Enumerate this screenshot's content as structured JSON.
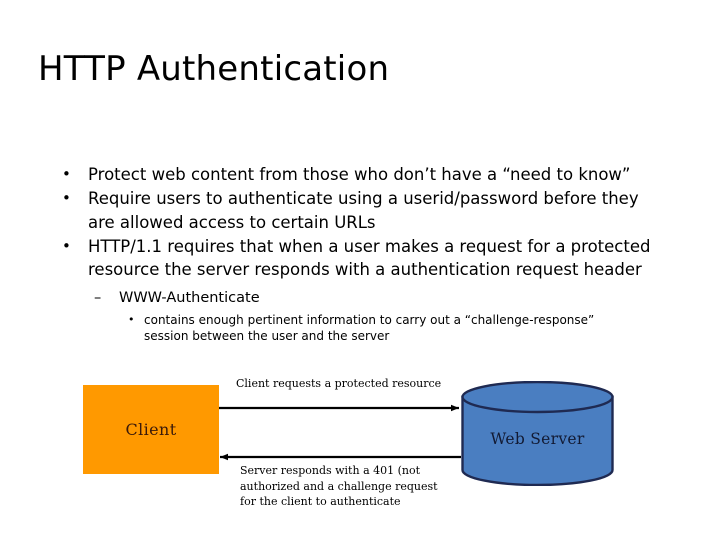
{
  "slide": {
    "title": "HTTP Authentication",
    "bullets": [
      {
        "level": 1,
        "marker": "•",
        "text": "Protect web content from those who don’t have a “need to know”"
      },
      {
        "level": 1,
        "marker": "•",
        "text": "Require users to authenticate using a userid/password before they are allowed access to certain URLs"
      },
      {
        "level": 1,
        "marker": "•",
        "text": "HTTP/1.1 requires that when a user makes a request for a protected resource the server responds with a authentication request header"
      },
      {
        "level": 2,
        "marker": "–",
        "text": "WWW-Authenticate"
      },
      {
        "level": 3,
        "marker": "•",
        "line1": "contains enough pertinent information to carry out a “challenge-response”",
        "line2": "session  between the user and the server"
      }
    ],
    "diagram": {
      "client_label": "Client",
      "server_label": "Web Server",
      "request_caption": "Client requests a protected resource",
      "response_caption": {
        "line1": "Server responds with a 401 (not",
        "line2": "authorized and a challenge request",
        "line3": "for the client to authenticate"
      },
      "colors": {
        "client_fill": "#ff9900",
        "client_text": "#3b1a0a",
        "server_fill": "#4a7ec1",
        "server_stroke": "#1f2a52",
        "server_text": "#121a33",
        "arrow": "#000000",
        "background": "#ffffff"
      }
    }
  }
}
